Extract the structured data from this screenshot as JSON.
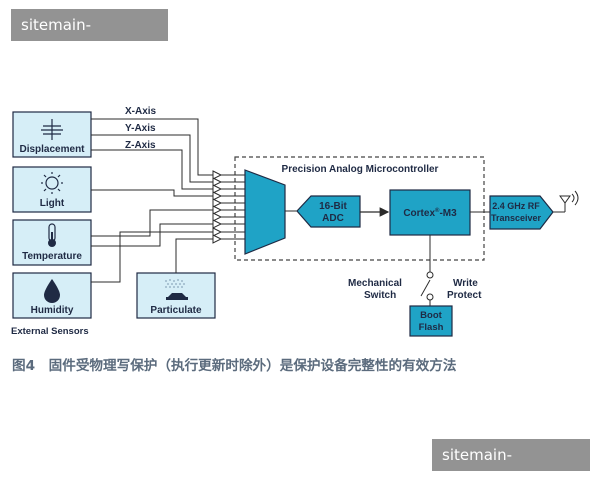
{
  "watermark": {
    "top": "sitemain-leyu.com",
    "bottom": "sitemain-leyu.com"
  },
  "colors": {
    "box": "#1fa3c6",
    "box_light": "#d6eef7",
    "line": "#2b2b2b",
    "text": "#1f2a44",
    "caption": "#5b6b7d"
  },
  "sensors": {
    "displacement": "Displacement",
    "light": "Light",
    "temperature": "Temperature",
    "humidity": "Humidity",
    "particulate": "Particulate",
    "group_label": "External Sensors"
  },
  "axes": {
    "x": "X-Axis",
    "y": "Y-Axis",
    "z": "Z-Axis"
  },
  "mcu": {
    "title": "Precision Analog Microcontroller",
    "adc_line1": "16-Bit",
    "adc_line2": "ADC",
    "cortex": "Cortex",
    "cortex_sup": "®",
    "cortex_suffix": "-M3"
  },
  "rf": {
    "line1": "2.4 GHz RF",
    "line2": "Transceiver"
  },
  "switch": {
    "line1": "Mechanical",
    "line2": "Switch"
  },
  "protect": {
    "line1": "Write",
    "line2": "Protect"
  },
  "boot": {
    "line1": "Boot",
    "line2": "Flash"
  },
  "caption": "图4　固件受物理写保护（执行更新时除外）是保护设备完整性的有效方法",
  "icons": [
    "axes-icon",
    "sun-icon",
    "thermometer-icon",
    "droplet-icon",
    "particulate-icon",
    "antenna-icon"
  ]
}
